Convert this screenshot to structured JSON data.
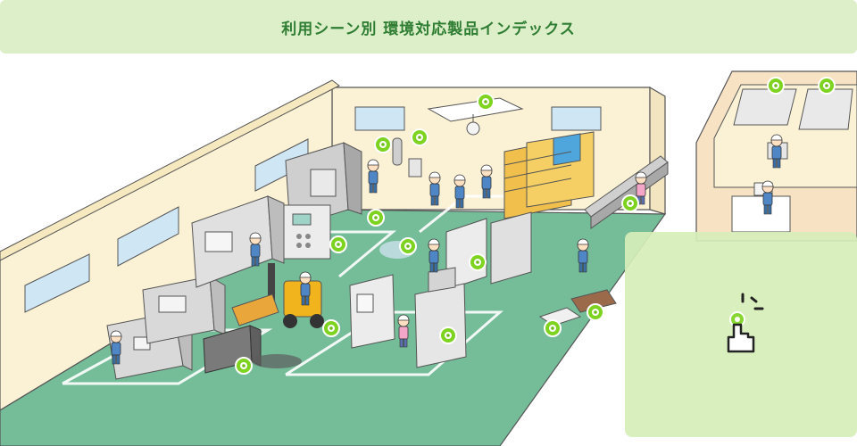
{
  "banner": {
    "title": "利用シーン別  環境対応製品インデックス"
  },
  "colors": {
    "banner_bg": "#dcefc8",
    "banner_text": "#2e7d32",
    "floor": "#75bc99",
    "wall": "#fbf2d6",
    "hotspot": "#7ed321",
    "hint_panel": "#d6eeb9"
  },
  "hotspots": [
    "hotspot-ceiling-light",
    "hotspot-cylinders",
    "hotspot-workers-center",
    "hotspot-machining-center",
    "hotspot-press-machine",
    "hotspot-spill",
    "hotspot-storage-racks",
    "hotspot-conveyor",
    "hotspot-compressor",
    "hotspot-forklift",
    "hotspot-waste-cart",
    "hotspot-cabinet",
    "hotspot-floor-drain",
    "hotspot-floor-mat",
    "hotspot-office-left",
    "hotspot-office-right"
  ],
  "hint": {
    "icon": "tap-hand-icon"
  }
}
